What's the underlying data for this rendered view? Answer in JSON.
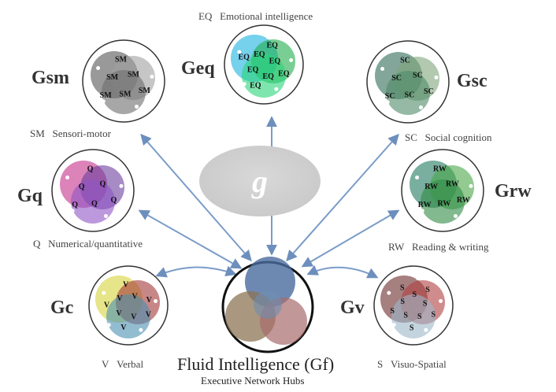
{
  "center": {
    "title": "Fluid Intelligence",
    "abbr": "(Gf)",
    "subtitle": "Executive Network Hubs",
    "g_label": "g"
  },
  "nodes": [
    {
      "id": "gsm",
      "code": "Gsm",
      "abbr": "SM",
      "desc": "Sensori-motor",
      "color": "#8e8e8e"
    },
    {
      "id": "geq",
      "code": "Geq",
      "abbr": "EQ",
      "desc": "Emotional intelligence",
      "color": "#22c46a"
    },
    {
      "id": "gsc",
      "code": "Gsc",
      "abbr": "SC",
      "desc": "Social cognition",
      "color": "#5e9a72"
    },
    {
      "id": "gq",
      "code": "Gq",
      "abbr": "Q",
      "desc": "Numerical/quantitative",
      "color": "#9c3d9e"
    },
    {
      "id": "grw",
      "code": "Grw",
      "abbr": "RW",
      "desc": "Reading & writing",
      "color": "#3b9a3a"
    },
    {
      "id": "gc",
      "code": "Gc",
      "abbr": "V",
      "desc": "Verbal",
      "color": "#b8b43a"
    },
    {
      "id": "gv",
      "code": "Gv",
      "abbr": "S",
      "desc": "Visuo-Spatial",
      "color": "#8a2c2c"
    }
  ]
}
